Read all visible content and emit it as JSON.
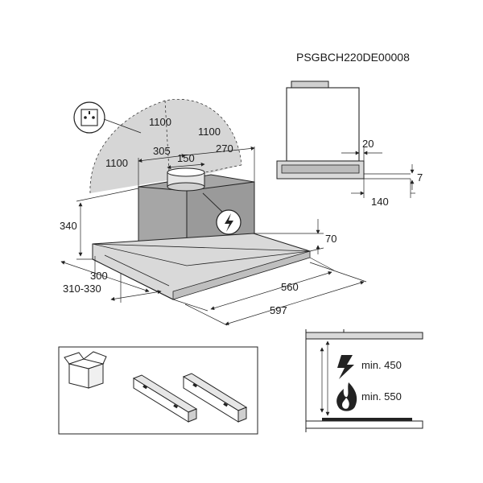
{
  "drawing_code": "PSGBCH220DE00008",
  "dims": {
    "radius_top": "1100",
    "radius_right": "1100",
    "radius_left": "1100",
    "outlet_offset": "305",
    "outlet_diameter": "150",
    "outlet_right": "270",
    "height": "340",
    "depth": "300",
    "depth_range": "310-330",
    "front_height": "70",
    "inner_width": "560",
    "total_width": "597",
    "side_front": "20",
    "side_thickness": "7",
    "side_depth": "140"
  },
  "clearances": {
    "electric_label": "min. 450",
    "gas_label": "min. 550"
  },
  "icons": {
    "socket": "socket-icon",
    "electric": "lightning-icon",
    "gas": "flame-icon",
    "package": "box-icon",
    "part": "bracket-part"
  },
  "colors": {
    "hood_body": "#a6a6a6",
    "hood_panel": "#d9d9d9",
    "zone": "#d6d6d6",
    "ink": "#1a1a1a"
  }
}
